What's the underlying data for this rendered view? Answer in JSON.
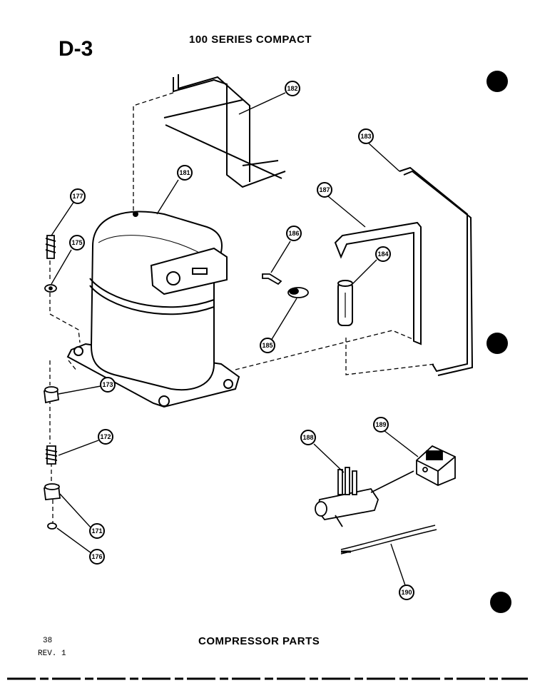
{
  "header": {
    "diagram_code": "D-3",
    "series_title": "100 SERIES COMPACT"
  },
  "footer": {
    "section_title": "COMPRESSOR PARTS",
    "page_number": "38",
    "revision": "REV. 1"
  },
  "callouts": [
    {
      "id": "callout-177",
      "label": "177"
    },
    {
      "id": "callout-175",
      "label": "175"
    },
    {
      "id": "callout-181",
      "label": "181"
    },
    {
      "id": "callout-182",
      "label": "182"
    },
    {
      "id": "callout-183",
      "label": "183"
    },
    {
      "id": "callout-187",
      "label": "187"
    },
    {
      "id": "callout-186",
      "label": "186"
    },
    {
      "id": "callout-184",
      "label": "184"
    },
    {
      "id": "callout-185",
      "label": "185"
    },
    {
      "id": "callout-173",
      "label": "173"
    },
    {
      "id": "callout-172",
      "label": "172"
    },
    {
      "id": "callout-171",
      "label": "171"
    },
    {
      "id": "callout-176",
      "label": "176"
    },
    {
      "id": "callout-188",
      "label": "188"
    },
    {
      "id": "callout-189",
      "label": "189"
    },
    {
      "id": "callout-190",
      "label": "190"
    }
  ]
}
